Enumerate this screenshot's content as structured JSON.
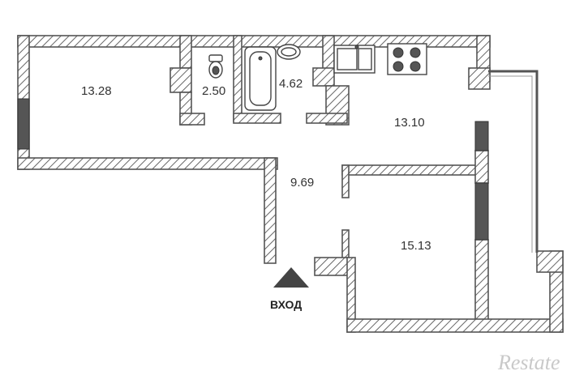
{
  "rooms": {
    "room_1": "13.28",
    "toilet": "2.50",
    "bathroom": "4.62",
    "kitchen": "13.10",
    "hall": "9.69",
    "room_2": "15.13"
  },
  "entry": {
    "label": "ВХОД"
  },
  "watermark": "Restate",
  "icons": [
    "toilet-icon",
    "bathtub-icon",
    "sink-icon",
    "kitchen-sink-icon",
    "stove-icon",
    "entry-arrow-icon"
  ]
}
